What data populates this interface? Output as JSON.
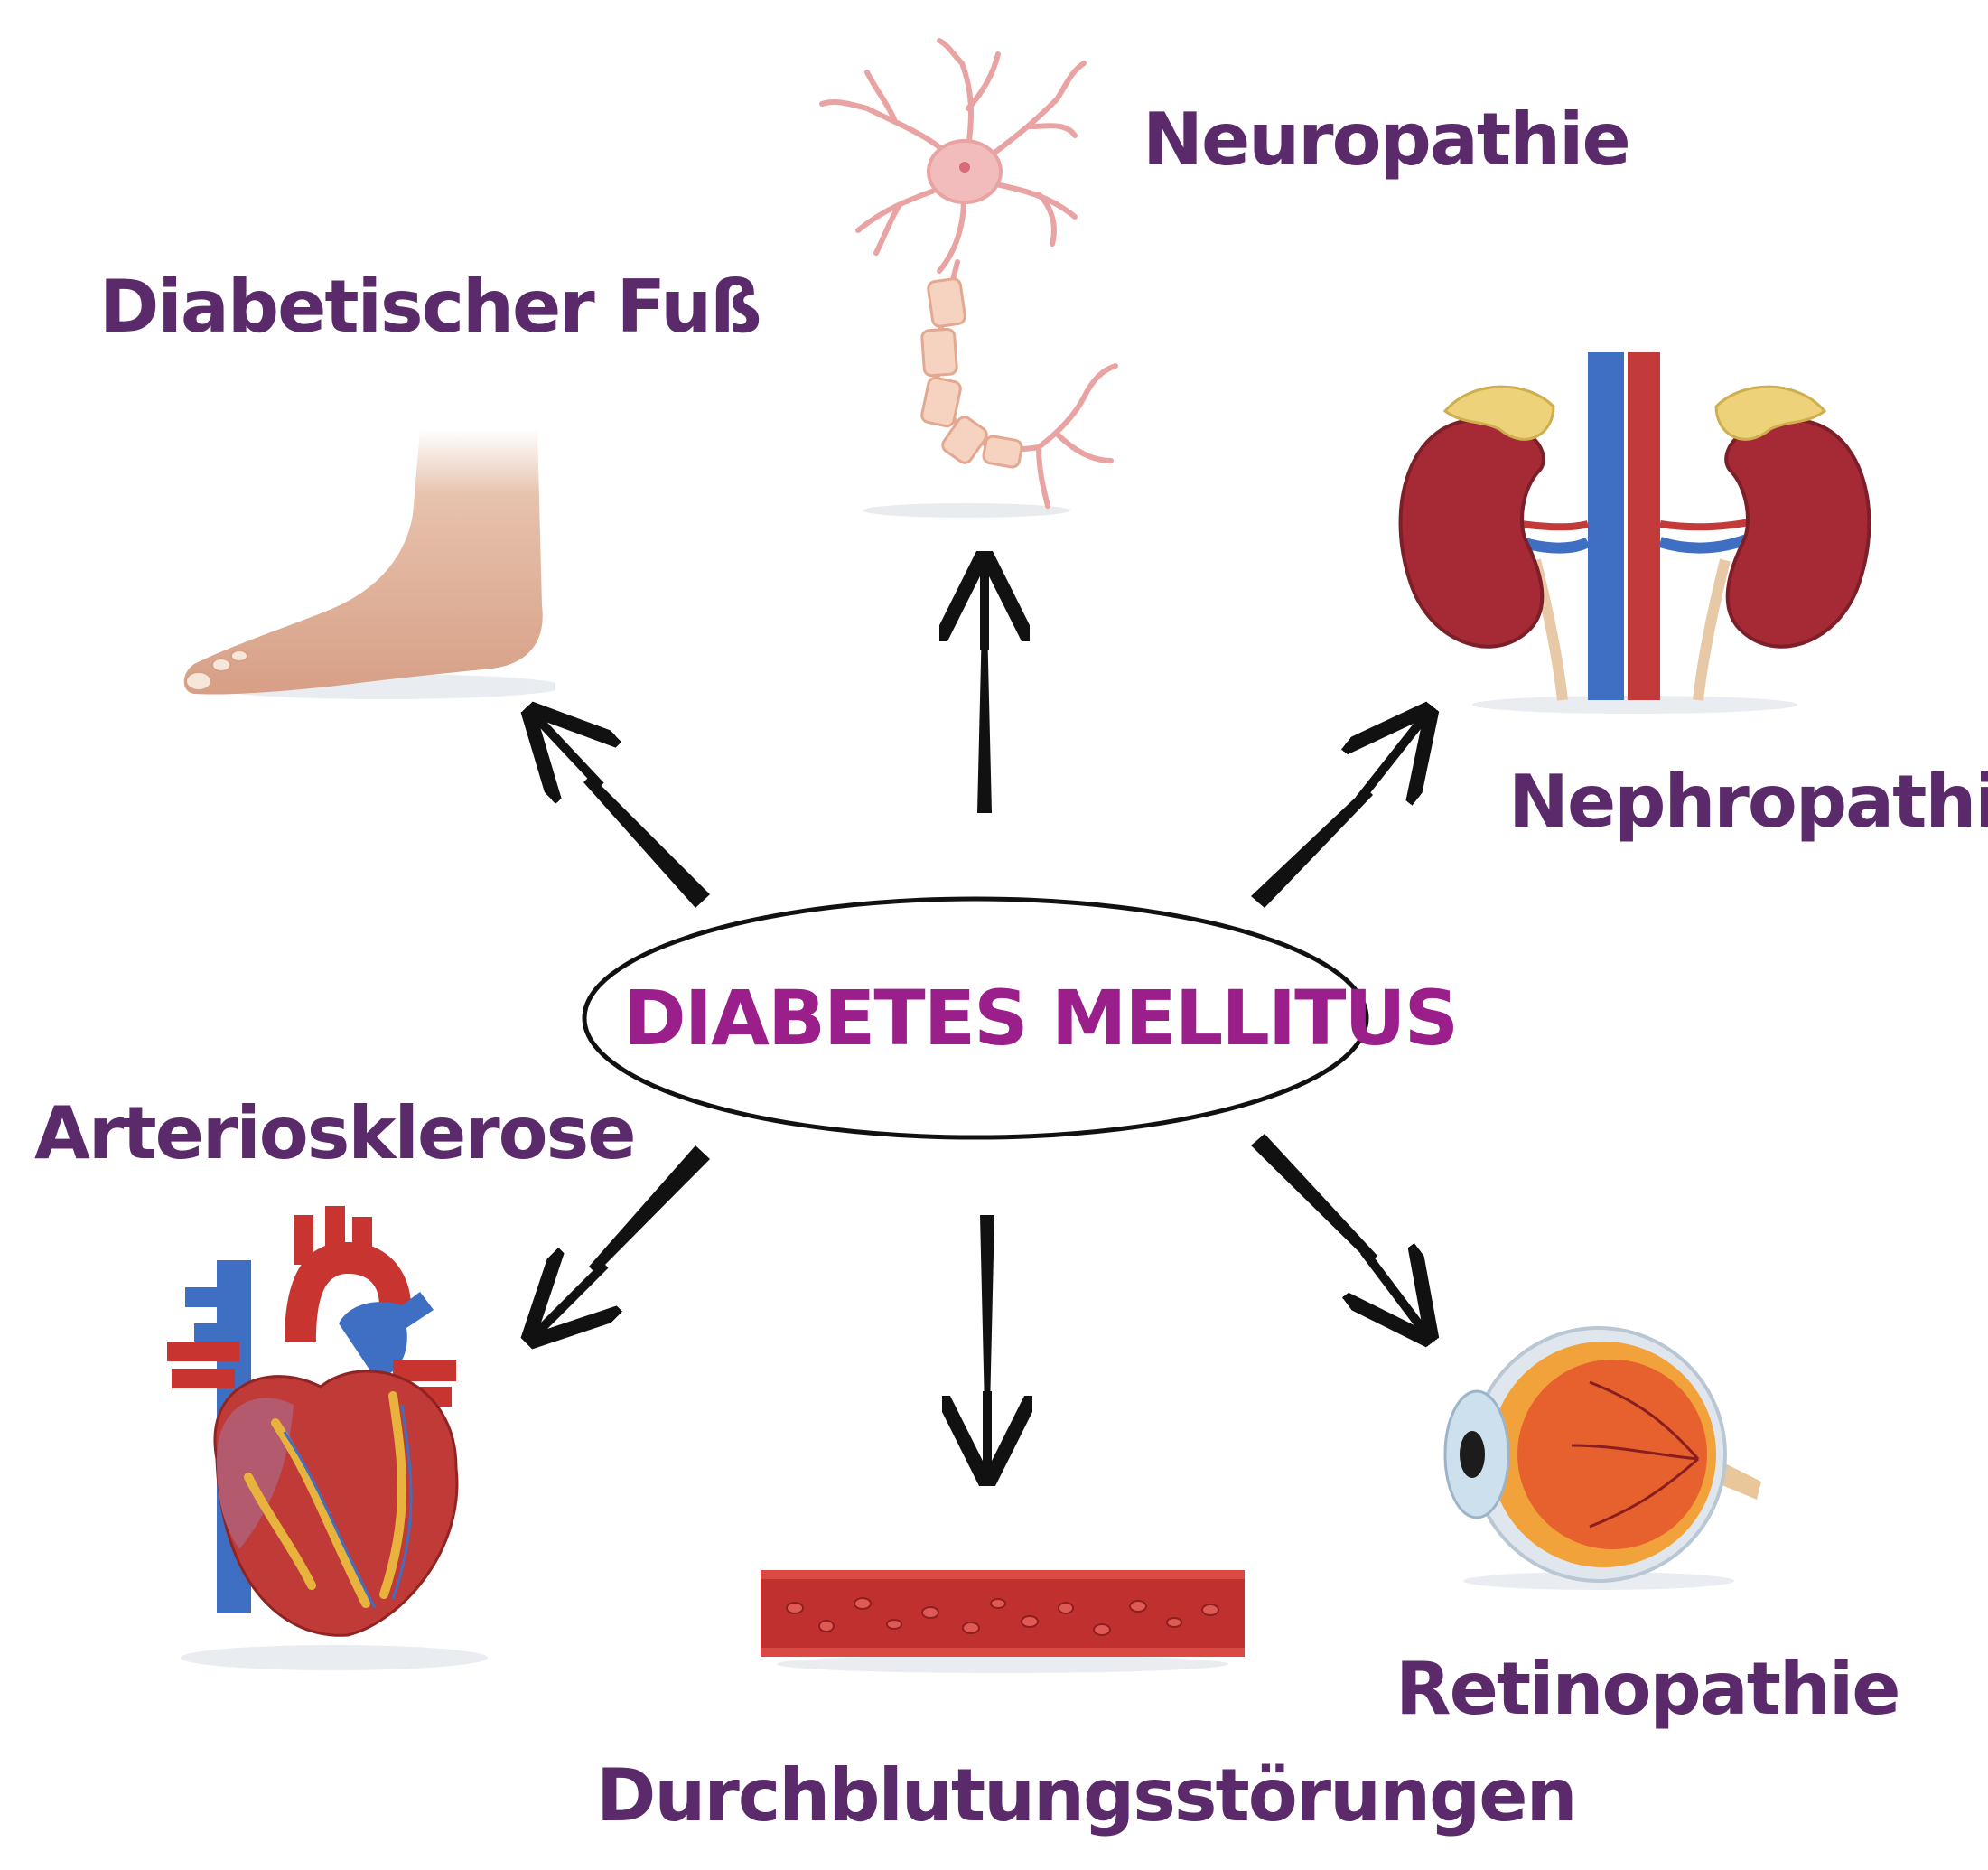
{
  "center": {
    "title": "DIABETES MELLITUS",
    "color": "#9b1f8a"
  },
  "label_color": "#5a2a6b",
  "nodes": {
    "neuropathie": {
      "label": "Neuropathie",
      "icon": "neuron-icon"
    },
    "diabetischer_fuss": {
      "label": "Diabetischer Fuß",
      "icon": "foot-icon"
    },
    "nephropathie": {
      "label": "Nephropathie",
      "icon": "kidneys-icon"
    },
    "arteriosklerose": {
      "label": "Arteriosklerose",
      "icon": "heart-icon"
    },
    "durchblutungsstoerungen": {
      "label": "Durchblutungsstörungen",
      "icon": "blood-vessel-icon"
    },
    "retinopathie": {
      "label": "Retinopathie",
      "icon": "eye-icon"
    }
  }
}
